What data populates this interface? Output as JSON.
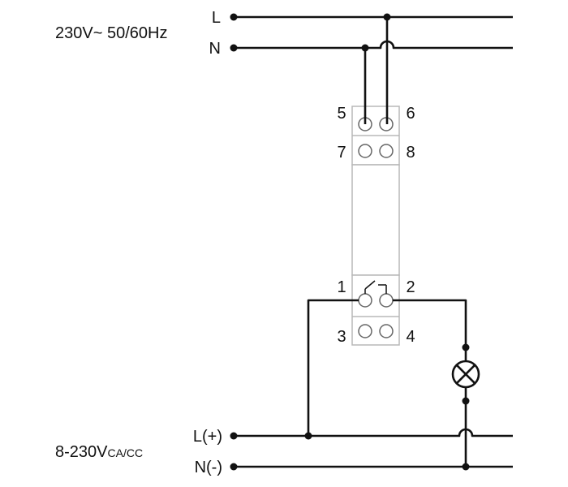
{
  "supply": {
    "voltage_label": "230V~ 50/60Hz",
    "line_label": "L",
    "neutral_label": "N"
  },
  "control": {
    "voltage_main": "8-230V",
    "voltage_suffix": "CA/CC",
    "line_label": "L(+)",
    "neutral_label": "N(-)"
  },
  "terminals": {
    "t1": "1",
    "t2": "2",
    "t3": "3",
    "t4": "4",
    "t5": "5",
    "t6": "6",
    "t7": "7",
    "t8": "8"
  },
  "colors": {
    "wire": "#111111",
    "module_border": "#b8b8b8",
    "module_fill": "#ffffff"
  },
  "icons": [
    "lamp-icon",
    "relay-contact-icon",
    "screw-terminal-icon"
  ]
}
